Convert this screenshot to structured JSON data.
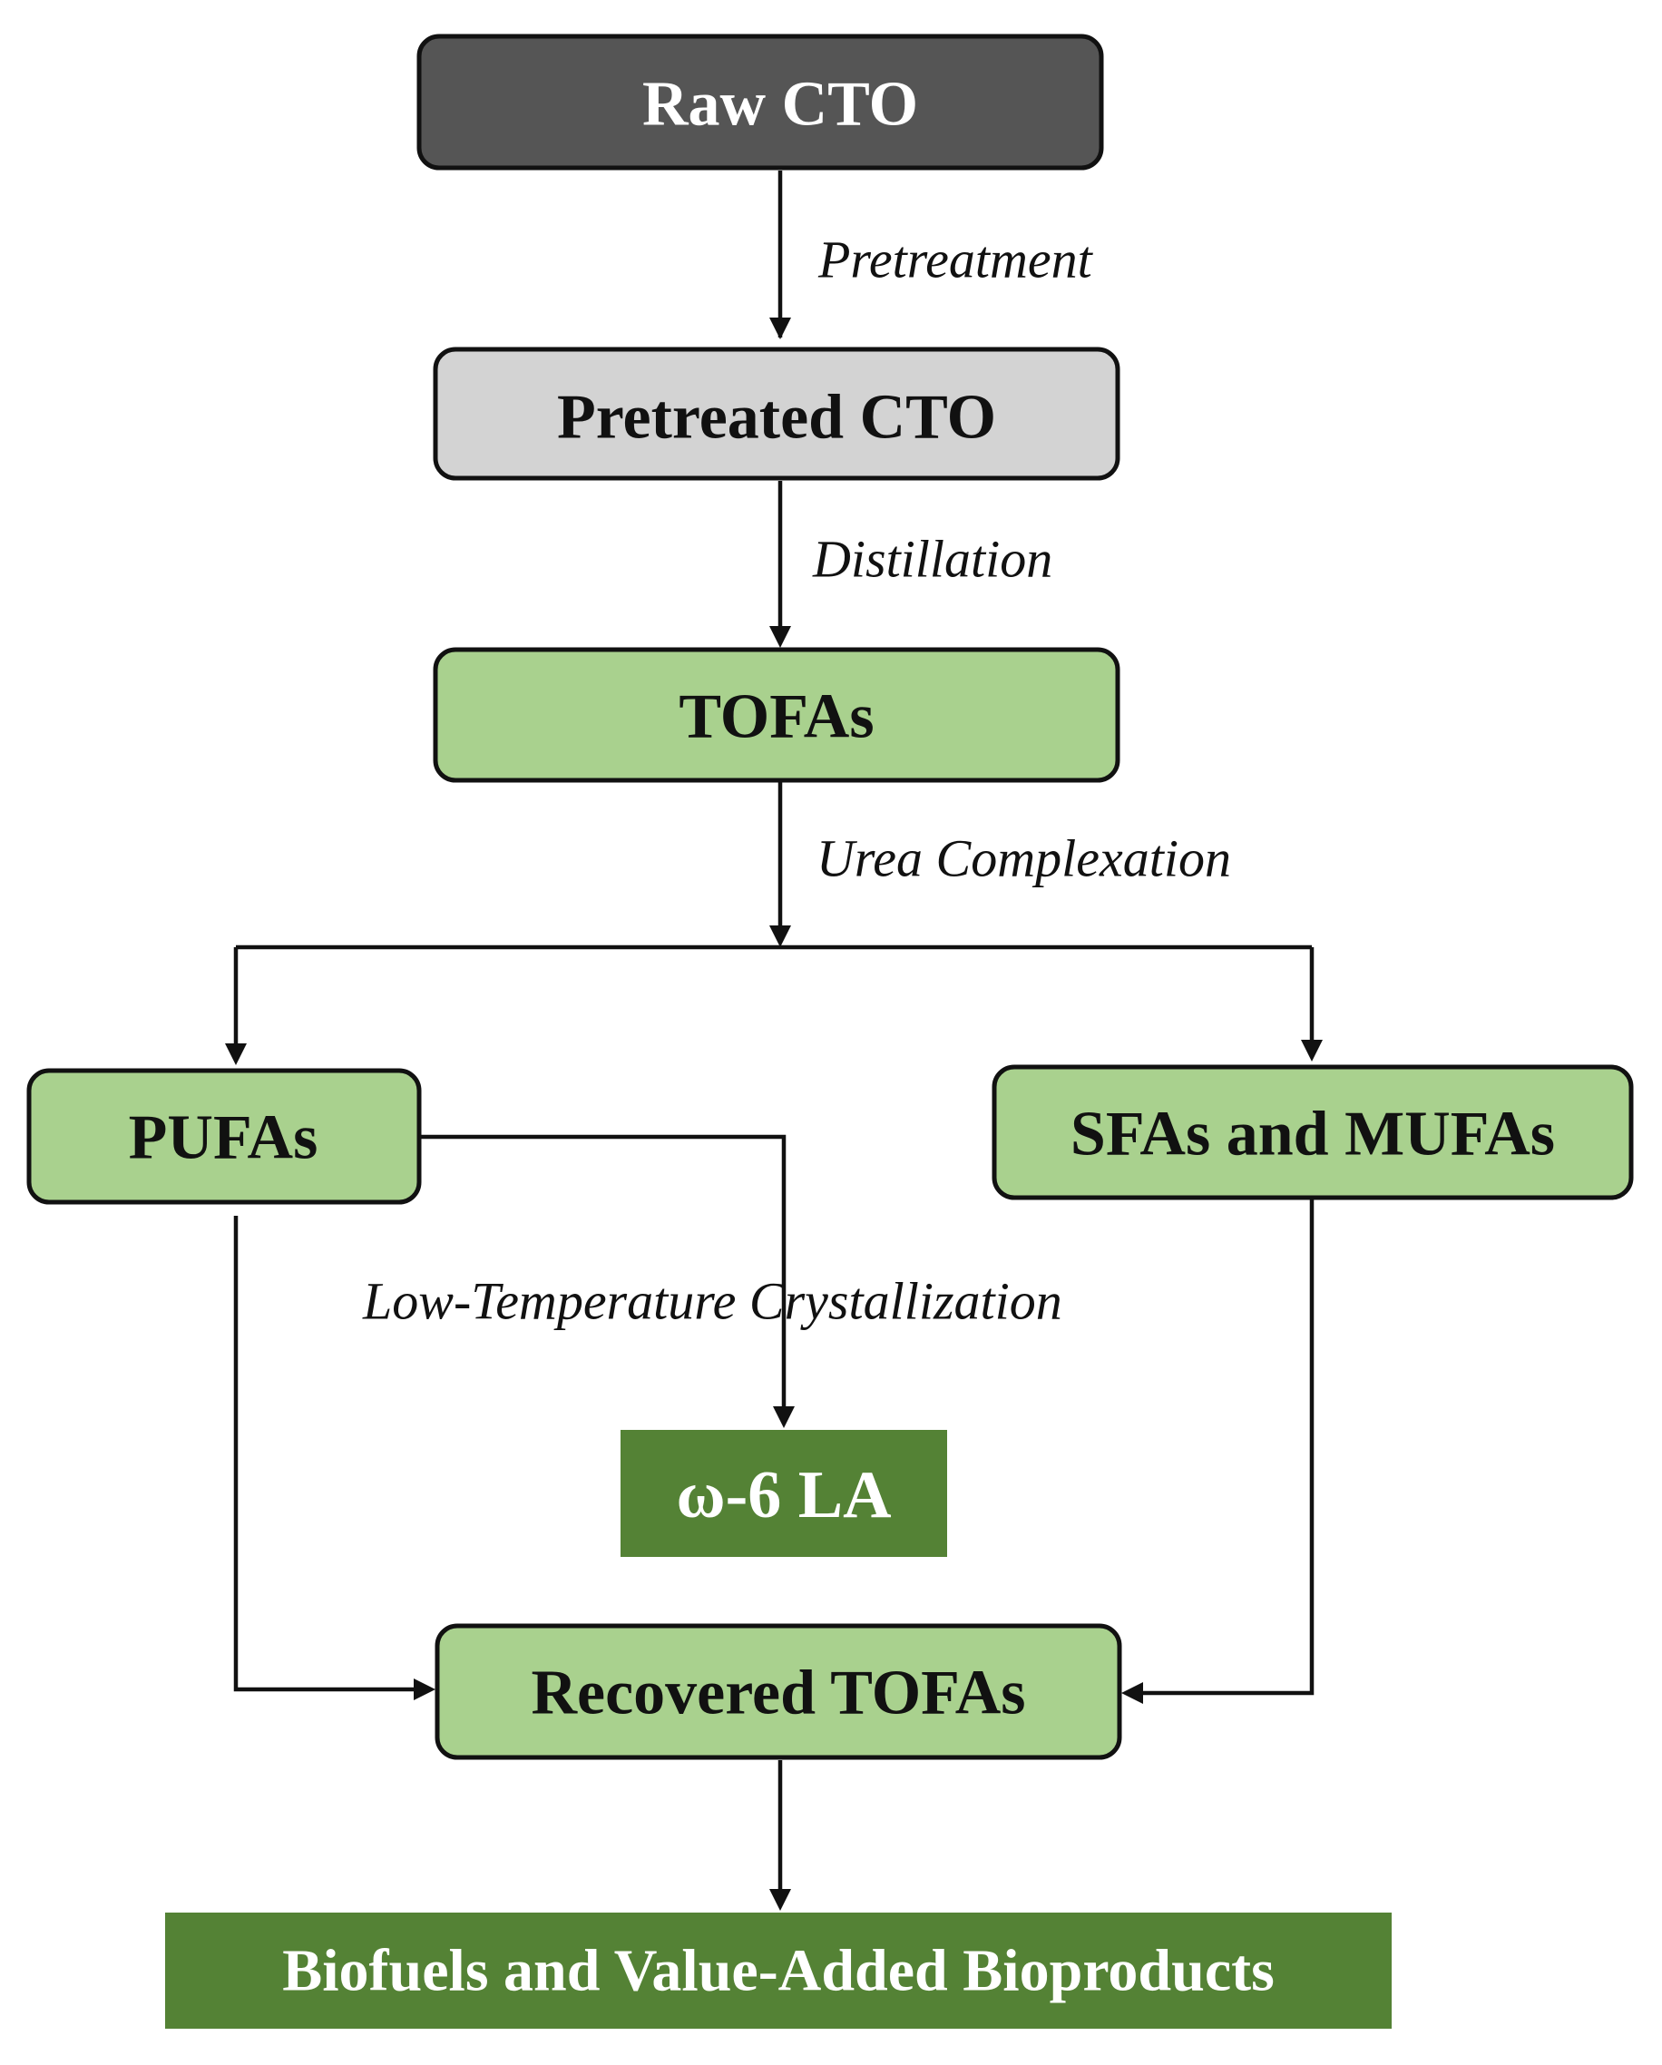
{
  "colors": {
    "raw": "#555555",
    "pretreated": "#d3d3d3",
    "light_green": "#a9d18e",
    "dark_green": "#548235",
    "line": "#111111",
    "dark_text": "#111111",
    "light_text": "#ffffff"
  },
  "nodes": {
    "raw_cto": "Raw CTO",
    "pretreated_cto": "Pretreated CTO",
    "tofas": "TOFAs",
    "pufas": "PUFAs",
    "sfas_mufas": "SFAs and MUFAs",
    "omega6_la": "ω-6 LA",
    "recovered_tofas": "Recovered TOFAs",
    "biofuels": "Biofuels and Value-Added Bioproducts"
  },
  "steps": {
    "pretreatment": "Pretreatment",
    "distillation": "Distillation",
    "urea_complexation": "Urea Complexation",
    "low_temp_crystallization": "Low-Temperature Crystallization"
  }
}
